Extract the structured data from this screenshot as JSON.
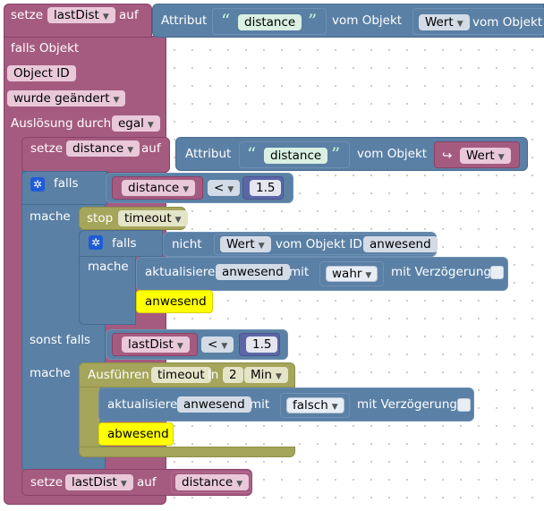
{
  "workspace": {
    "row1": {
      "set": "setze",
      "var": "lastDist",
      "to": "auf",
      "attr": "Attribut",
      "attr_value": "distance",
      "from_obj": "vom Objekt",
      "wert": "Wert",
      "from_obj2": "vom Objekt I"
    },
    "trigger": {
      "if_object": "falls Objekt",
      "object_id": "Object ID",
      "changed": "wurde geändert",
      "trigger_by": "Auslösung durch",
      "trigger_value": "egal"
    },
    "row_set_distance": {
      "set": "setze",
      "var": "distance",
      "to": "auf",
      "attr": "Attribut",
      "attr_value": "distance",
      "from_obj": "vom Objekt",
      "wert": "Wert",
      "arrow": "↪"
    },
    "if1": {
      "if": "falls",
      "var": "distance",
      "op": "<",
      "value": "1.5",
      "do": "mache"
    },
    "stop": {
      "label": "stop",
      "timer": "timeout"
    },
    "if_inner": {
      "if": "falls",
      "not": "nicht",
      "wert": "Wert",
      "from_obj_id": "vom Objekt ID",
      "obj": "anwesend",
      "do": "mache"
    },
    "update1": {
      "label": "aktualisiere",
      "obj": "anwesend",
      "with": "mit",
      "value": "wahr",
      "delay": "mit Verzögerung",
      "comment": "anwesend"
    },
    "else_if": {
      "label": "sonst falls",
      "var": "lastDist",
      "op": "<",
      "value": "1.5",
      "do": "mache"
    },
    "execute": {
      "label": "Ausführen",
      "timer": "timeout",
      "in": "in",
      "amount": "2",
      "unit": "Min"
    },
    "update2": {
      "label": "aktualisiere",
      "obj": "anwesend",
      "with": "mit",
      "value": "falsch",
      "delay": "mit Verzögerung",
      "comment": "abwesend"
    },
    "last_set": {
      "set": "setze",
      "var": "lastDist",
      "to": "auf",
      "value": "distance"
    }
  },
  "colors": {
    "variable": "#a55b80",
    "logic": "#5b80a5",
    "timer": "#a5a55b",
    "comment": "#ffff00"
  }
}
